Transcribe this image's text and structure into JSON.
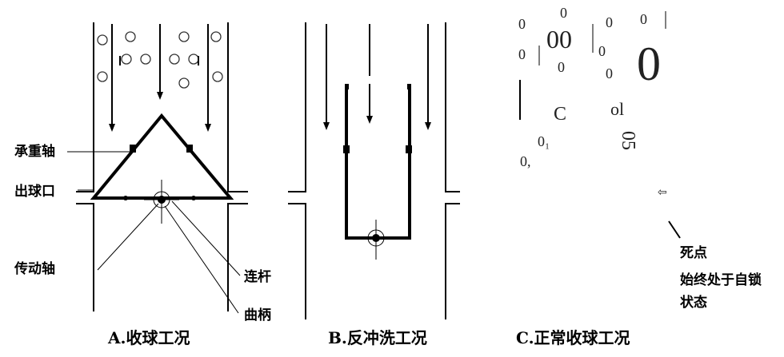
{
  "panel_a": {
    "caption": "A.收球工况",
    "labels": {
      "bearing_shaft": "承重轴",
      "ball_outlet": "出球口",
      "drive_shaft": "传动轴",
      "connecting_rod": "连杆",
      "crank": "曲柄"
    }
  },
  "panel_b": {
    "caption": "B.反冲洗工况"
  },
  "panel_c": {
    "caption": "C.正常收球工况",
    "garbled": [
      "0",
      "0",
      "00",
      "0",
      "0",
      "0",
      "0",
      "0",
      "0",
      "0",
      "C",
      "ol",
      "0₁",
      "0,",
      "05",
      "⇦"
    ],
    "dead_point_label": [
      "死点",
      "始终处于自锁",
      "状态"
    ]
  }
}
